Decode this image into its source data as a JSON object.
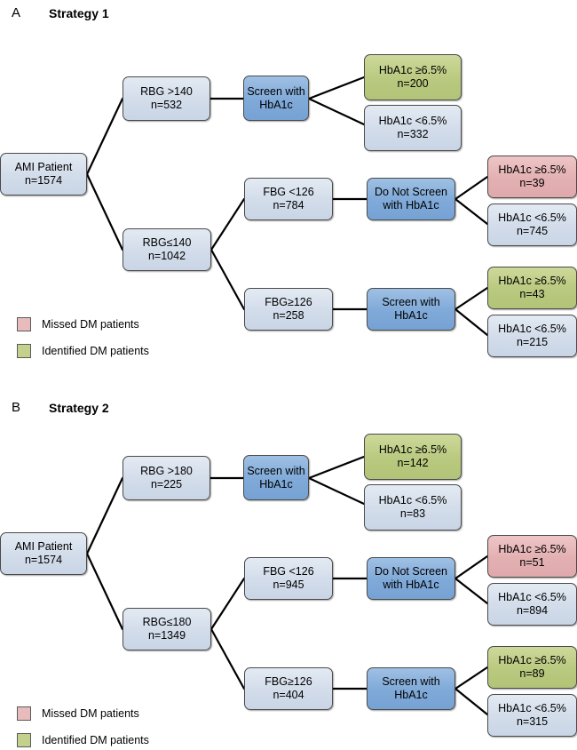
{
  "figure": {
    "type": "decision-tree-flowchart",
    "panels": [
      {
        "letter": "A",
        "title": "Strategy 1",
        "root": {
          "l1": "AMI Patient",
          "l2": "n=1574",
          "fill": "lightblue"
        },
        "branches": [
          {
            "criterion": {
              "l1": "RBG >140",
              "l2": "n=532",
              "fill": "lightblue"
            },
            "action": {
              "l1": "Screen with",
              "l2": "HbA1c",
              "fill": "blue"
            },
            "outcomes": [
              {
                "l1": "HbA1c ≥6.5%",
                "l2": "n=200",
                "fill": "green"
              },
              {
                "l1": "HbA1c <6.5%",
                "l2": "n=332",
                "fill": "lightblue"
              }
            ]
          },
          {
            "criterion": {
              "l1": "RBG≤140",
              "l2": "n=1042",
              "fill": "lightblue"
            },
            "subbranches": [
              {
                "criterion": {
                  "l1": "FBG <126",
                  "l2": "n=784",
                  "fill": "lightblue"
                },
                "action": {
                  "l1": "Do Not Screen",
                  "l2": "with HbA1c",
                  "fill": "blue"
                },
                "outcomes": [
                  {
                    "l1": "HbA1c ≥6.5%",
                    "l2": "n=39",
                    "fill": "pink"
                  },
                  {
                    "l1": "HbA1c <6.5%",
                    "l2": "n=745",
                    "fill": "lightblue"
                  }
                ]
              },
              {
                "criterion": {
                  "l1": "FBG≥126",
                  "l2": "n=258",
                  "fill": "lightblue"
                },
                "action": {
                  "l1": "Screen with",
                  "l2": "HbA1c",
                  "fill": "blue"
                },
                "outcomes": [
                  {
                    "l1": "HbA1c ≥6.5%",
                    "l2": "n=43",
                    "fill": "green"
                  },
                  {
                    "l1": "HbA1c <6.5%",
                    "l2": "n=215",
                    "fill": "lightblue"
                  }
                ]
              }
            ]
          }
        ],
        "legend": [
          {
            "swatch": "pink",
            "label": "Missed DM patients"
          },
          {
            "swatch": "green",
            "label": "Identified DM patients"
          }
        ]
      },
      {
        "letter": "B",
        "title": "Strategy 2",
        "root": {
          "l1": "AMI Patient",
          "l2": "n=1574",
          "fill": "lightblue"
        },
        "branches": [
          {
            "criterion": {
              "l1": "RBG >180",
              "l2": "n=225",
              "fill": "lightblue"
            },
            "action": {
              "l1": "Screen with",
              "l2": "HbA1c",
              "fill": "blue"
            },
            "outcomes": [
              {
                "l1": "HbA1c ≥6.5%",
                "l2": "n=142",
                "fill": "green"
              },
              {
                "l1": "HbA1c <6.5%",
                "l2": "n=83",
                "fill": "lightblue"
              }
            ]
          },
          {
            "criterion": {
              "l1": "RBG≤180",
              "l2": "n=1349",
              "fill": "lightblue"
            },
            "subbranches": [
              {
                "criterion": {
                  "l1": "FBG <126",
                  "l2": "n=945",
                  "fill": "lightblue"
                },
                "action": {
                  "l1": "Do Not Screen",
                  "l2": "with HbA1c",
                  "fill": "blue"
                },
                "outcomes": [
                  {
                    "l1": "HbA1c ≥6.5%",
                    "l2": "n=51",
                    "fill": "pink"
                  },
                  {
                    "l1": "HbA1c <6.5%",
                    "l2": "n=894",
                    "fill": "lightblue"
                  }
                ]
              },
              {
                "criterion": {
                  "l1": "FBG≥126",
                  "l2": "n=404",
                  "fill": "lightblue"
                },
                "action": {
                  "l1": "Screen with",
                  "l2": "HbA1c",
                  "fill": "blue"
                },
                "outcomes": [
                  {
                    "l1": "HbA1c ≥6.5%",
                    "l2": "n=89",
                    "fill": "green"
                  },
                  {
                    "l1": "HbA1c <6.5%",
                    "l2": "n=315",
                    "fill": "lightblue"
                  }
                ]
              }
            ]
          }
        ],
        "legend": [
          {
            "swatch": "pink",
            "label": "Missed DM patients"
          },
          {
            "swatch": "green",
            "label": "Identified DM patients"
          }
        ]
      }
    ],
    "colors": {
      "green": "#b9c97f",
      "pink": "#e3b0b2",
      "blue": "#7fa9d8",
      "lightblue": "#d2dcea",
      "border": "#4a4a4a",
      "edge": "#000000",
      "background": "#ffffff"
    }
  }
}
